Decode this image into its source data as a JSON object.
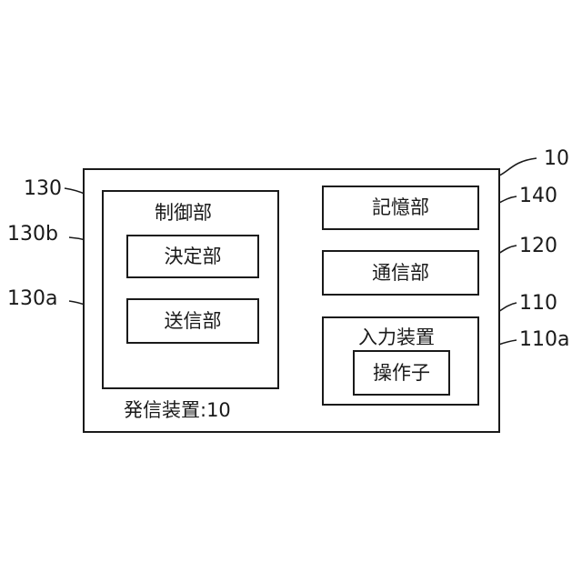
{
  "device": {
    "ref": "10",
    "caption": "発信装置:10"
  },
  "control_unit": {
    "ref": "130",
    "label": "制御部",
    "decision": {
      "ref": "130b",
      "label": "決定部"
    },
    "transmit": {
      "ref": "130a",
      "label": "送信部"
    }
  },
  "storage_unit": {
    "ref": "140",
    "label": "記憶部"
  },
  "communication_unit": {
    "ref": "120",
    "label": "通信部"
  },
  "input_device": {
    "ref": "110",
    "label": "入力装置",
    "operator": {
      "ref": "110a",
      "label": "操作子"
    }
  }
}
